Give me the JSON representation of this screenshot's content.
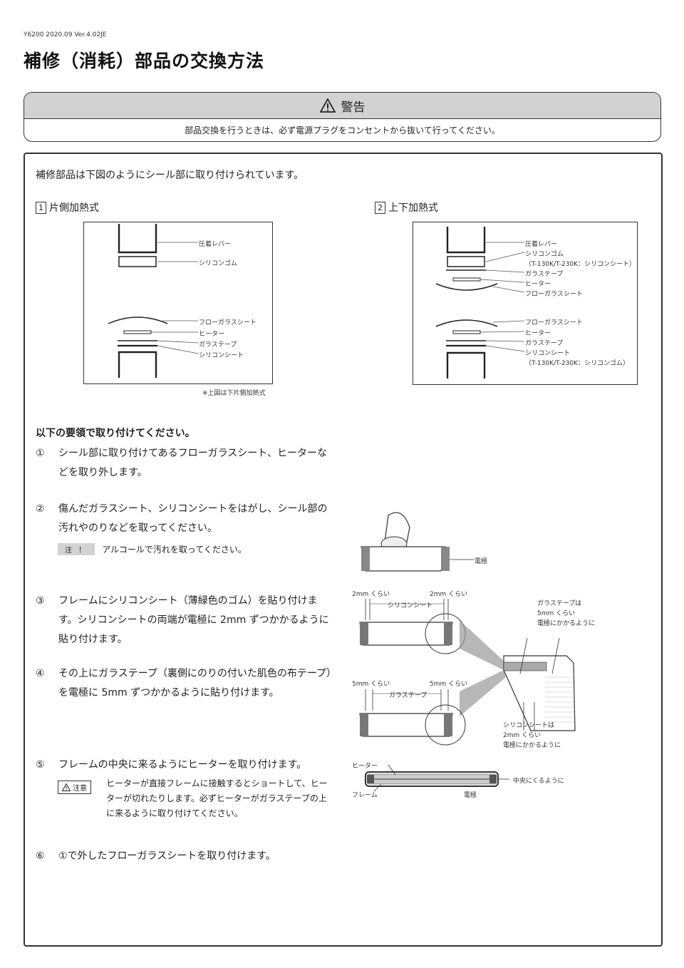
{
  "header": {
    "doc_code": "Y6200 2020.09 Ver.4.02JE",
    "title": "補修（消耗）部品の交換方法"
  },
  "warning": {
    "title": "警告",
    "text": "部品交換を行うときは、必ず電源プラグをコンセントから抜いて行ってください。"
  },
  "intro": "補修部品は下図のようにシール部に取り付けられています。",
  "section1": {
    "num": "1",
    "label": "片側加熱式",
    "parts": [
      "圧着レバー",
      "シリコンゴム",
      "フローガラスシート",
      "ヒーター",
      "ガラステープ",
      "シリコンシート"
    ],
    "note": "※上図は下片側加熱式"
  },
  "section2": {
    "num": "2",
    "label": "上下加熱式",
    "parts": [
      "圧着レバー",
      "シリコンゴム",
      "（T-130K/T-230K：シリコンシート）",
      "ガラステープ",
      "ヒーター",
      "フローガラスシート",
      "フローガラスシート",
      "ヒーター",
      "ガラステープ",
      "シリコンシート",
      "（T-130K/T-230K：シリコンゴム）"
    ]
  },
  "procedure": {
    "heading": "以下の要領で取り付けてください。",
    "steps": [
      {
        "num": "①",
        "text": "シール部に取り付けてあるフローガラスシート、ヒーターなどを取り外します。"
      },
      {
        "num": "②",
        "text": "傷んだガラスシート、シリコンシートをはがし、シール部の汚れやのりなどを取ってください。"
      },
      {
        "num": "③",
        "text": "フレームにシリコンシート（薄緑色のゴム）を貼り付けます。シリコンシートの両端が電極に 2mm ずつかかるように貼り付けます。"
      },
      {
        "num": "④",
        "text": "その上にガラステープ（裏側にのりの付いた肌色の布テープ）を電極に 5mm ずつかかるように貼り付けます。"
      },
      {
        "num": "⑤",
        "text": "フレームの中央に来るようにヒーターを取り付けます。"
      },
      {
        "num": "⑥",
        "text": "①で外したフローガラスシートを取り付けます。"
      }
    ],
    "note_tag": "注 ！",
    "note_text": "アルコールで汚れを取ってください。",
    "caution_tag": "注意",
    "caution_text": "ヒーターが直接フレームに接触するとショートして、ヒーターが切れたりします。必ずヒーターがガラステープの上に来るように取り付けてください。"
  },
  "figures": {
    "electrode": "電極",
    "two_mm_left": "2mm くらい",
    "two_mm_right": "2mm くらい",
    "silicon_sheet": "シリコンシート",
    "tape_note": [
      "ガラステープは",
      "5mm くらい",
      "電極にかかるように"
    ],
    "five_mm_left": "5mm くらい",
    "five_mm_right": "5mm くらい",
    "glass_tape": "ガラステープ",
    "sheet_note": [
      "シリコンシートは",
      "2mm くらい",
      "電極にかかるように"
    ],
    "heater": "ヒーター",
    "frame": "フレーム",
    "electrode2": "電極",
    "center": "中央にくるように"
  }
}
